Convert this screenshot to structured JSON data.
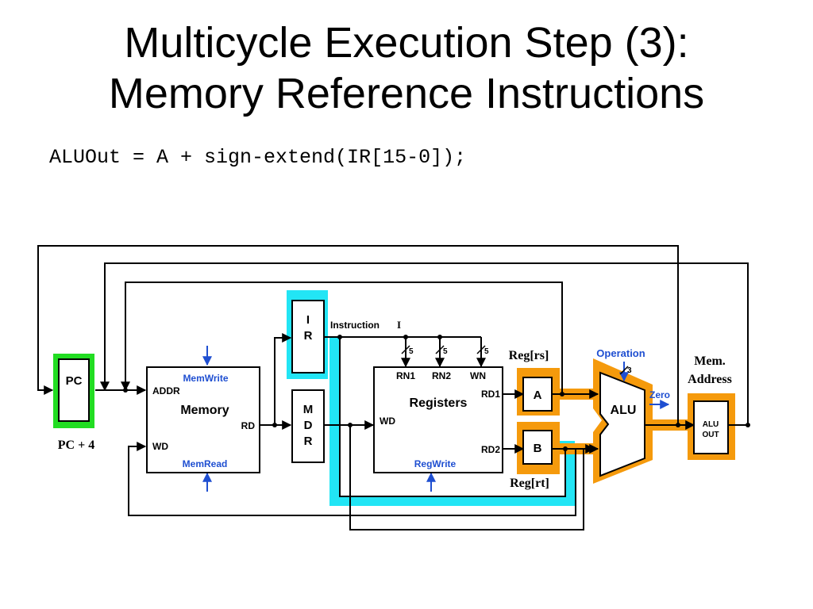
{
  "slide": {
    "title_line1": "Multicycle Execution Step (3):",
    "title_line2": "Memory Reference Instructions",
    "code": "ALUOut = A + sign-extend(IR[15-0]);"
  },
  "diagram": {
    "pc": "PC",
    "pc_note": "PC + 4",
    "memory": {
      "title": "Memory",
      "memwrite": "MemWrite",
      "memread": "MemRead",
      "addr": "ADDR",
      "wd": "WD",
      "rd": "RD"
    },
    "ir": {
      "l1": "I",
      "l2": "R"
    },
    "mdr": {
      "l1": "M",
      "l2": "D",
      "l3": "R"
    },
    "instruction": "Instruction",
    "instruction_i": "I",
    "registers": {
      "title": "Registers",
      "rn1": "RN1",
      "rn2": "RN2",
      "wn": "WN",
      "rd1": "RD1",
      "rd2": "RD2",
      "wd": "WD",
      "regwrite": "RegWrite",
      "bus_width": "5"
    },
    "a": "A",
    "b": "B",
    "reg_rs": "Reg[rs]",
    "reg_rt": "Reg[rt]",
    "alu": {
      "label": "ALU",
      "operation": "Operation",
      "op_width": "3",
      "zero": "Zero"
    },
    "aluout": {
      "l1": "ALU",
      "l2": "OUT"
    },
    "mem_address_1": "Mem.",
    "mem_address_2": "Address"
  },
  "colors": {
    "green": "#22dd22",
    "cyan": "#22e5f5",
    "orange": "#f59a0c",
    "blue": "#1f4fd1"
  }
}
